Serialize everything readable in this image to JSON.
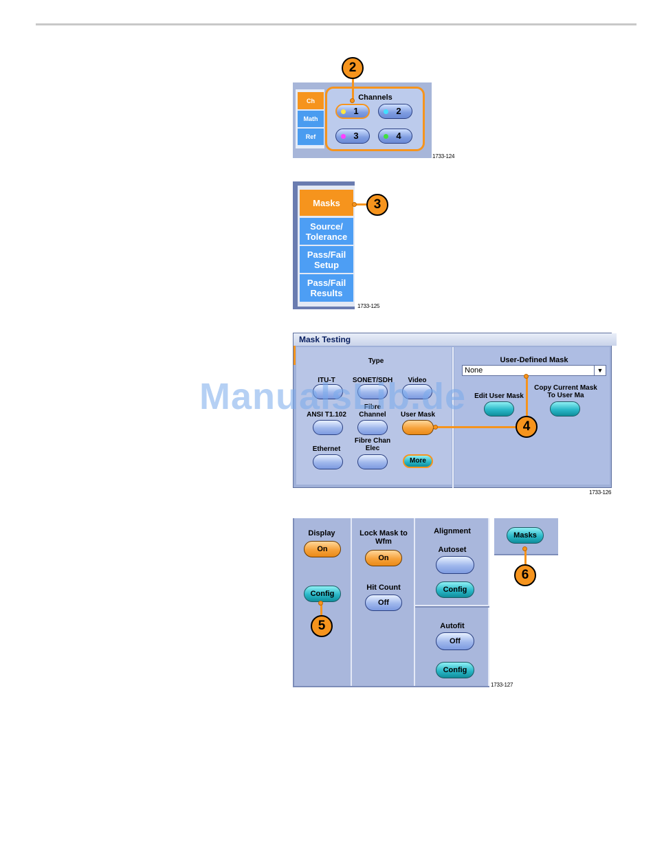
{
  "figure1": {
    "side_tabs": [
      "Ch",
      "Math",
      "Ref"
    ],
    "group_label": "Channels",
    "channels": [
      {
        "label": "1",
        "color": "#ffe640"
      },
      {
        "label": "2",
        "color": "#40e0ff"
      },
      {
        "label": "3",
        "color": "#ff40ff"
      },
      {
        "label": "4",
        "color": "#40e040"
      }
    ],
    "callout": "2",
    "fig_id": "1733-124"
  },
  "figure2": {
    "menu_items": [
      "Masks",
      "Source/ Tolerance",
      "Pass/Fail Setup",
      "Pass/Fail Results"
    ],
    "callout": "3",
    "fig_id": "1733-125"
  },
  "figure3": {
    "title": "Mask Testing",
    "type_label": "Type",
    "type_buttons": [
      "ITU-T",
      "SONET/SDH",
      "Video",
      "ANSI T1.102",
      "Fibre Channel",
      "User Mask",
      "Ethernet",
      "Fibre Chan Elec"
    ],
    "more_label": "More",
    "user_defined_label": "User-Defined Mask",
    "dropdown_value": "None",
    "edit_user_mask": "Edit User Mask",
    "copy_current": "Copy Current Mask To User Ma",
    "callout": "4",
    "watermark": "ManualsLib.de",
    "fig_id": "1733-126"
  },
  "figure4": {
    "display_label": "Display",
    "display_value": "On",
    "config_label": "Config",
    "lock_mask_label": "Lock Mask to Wfm",
    "lock_value": "On",
    "hit_count_label": "Hit Count",
    "hit_count_value": "Off",
    "alignment_label": "Alignment",
    "autoset_label": "Autoset",
    "autoset_config": "Config",
    "autofit_label": "Autofit",
    "autofit_value": "Off",
    "autofit_config": "Config",
    "callout5": "5",
    "fig_id": "1733-127"
  },
  "figure5": {
    "masks_button": "Masks",
    "callout": "6"
  },
  "colors": {
    "accent_orange": "#f6941d",
    "menu_blue": "#4d9ef4"
  }
}
